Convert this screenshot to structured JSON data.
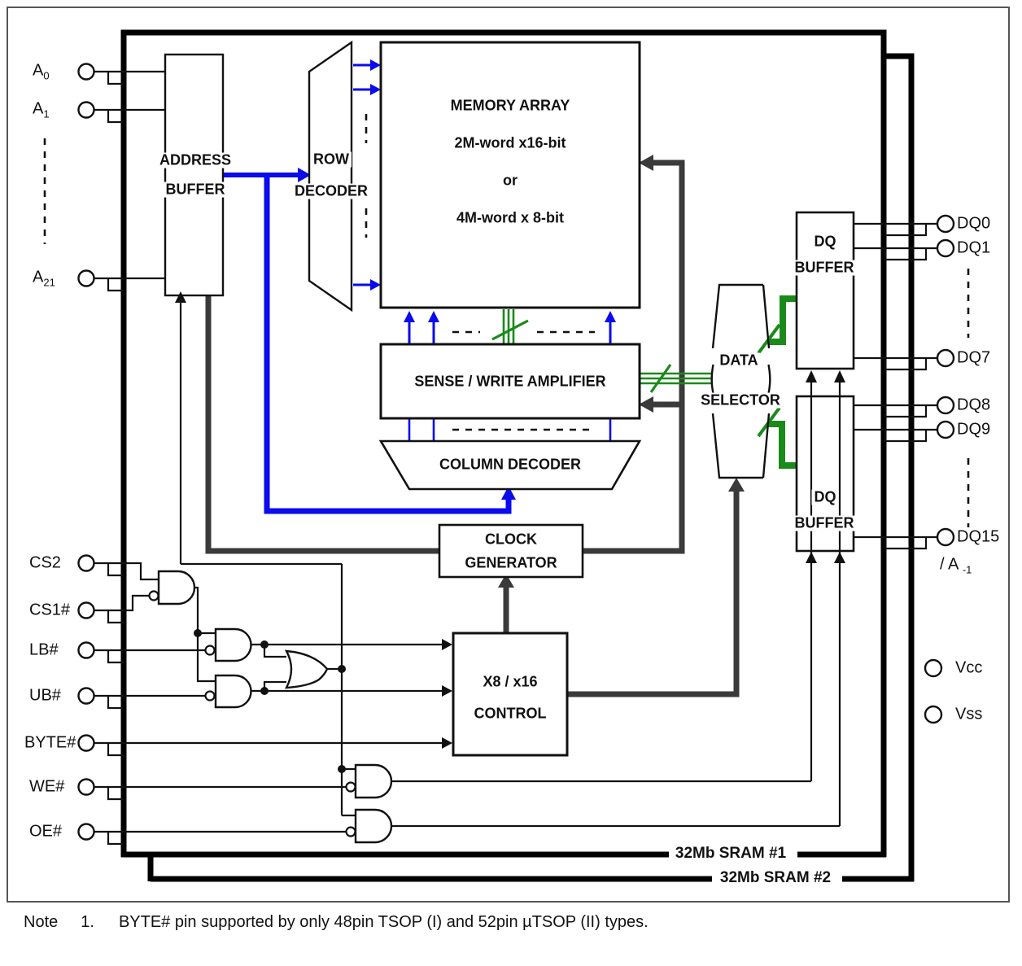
{
  "blocks": {
    "address_buffer": {
      "line1": "ADDRESS",
      "line2": "BUFFER"
    },
    "row_decoder": {
      "line1": "ROW",
      "line2": "DECODER"
    },
    "memory_array": {
      "line1": "MEMORY ARRAY",
      "line2": "2M-word x16-bit",
      "line3": "or",
      "line4": "4M-word x 8-bit"
    },
    "sense_amp": {
      "line1": "SENSE / WRITE AMPLIFIER"
    },
    "column_decoder": {
      "line1": "COLUMN DECODER"
    },
    "clock_generator": {
      "line1": "CLOCK",
      "line2": "GENERATOR"
    },
    "x8x16_control": {
      "line1": "X8 / x16",
      "line2": "CONTROL"
    },
    "data_selector": {
      "line1": "DATA",
      "line2": "SELECTOR"
    },
    "dq_buffer_top": {
      "line1": "DQ",
      "line2": "BUFFER"
    },
    "dq_buffer_bottom": {
      "line1": "DQ",
      "line2": "BUFFER"
    }
  },
  "pins_left": [
    {
      "name": "A0",
      "main": "A",
      "sub": "0"
    },
    {
      "name": "A1",
      "main": "A",
      "sub": "1"
    },
    {
      "name": "A21",
      "main": "A",
      "sub": "21"
    },
    {
      "name": "CS2",
      "main": "CS2",
      "sub": ""
    },
    {
      "name": "CS1#",
      "main": "CS1#",
      "sub": ""
    },
    {
      "name": "LB#",
      "main": "LB#",
      "sub": ""
    },
    {
      "name": "UB#",
      "main": "UB#",
      "sub": ""
    },
    {
      "name": "BYTE#",
      "main": "BYTE#",
      "sub": ""
    },
    {
      "name": "WE#",
      "main": "WE#",
      "sub": ""
    },
    {
      "name": "OE#",
      "main": "OE#",
      "sub": ""
    }
  ],
  "pins_right": [
    {
      "name": "DQ0",
      "label": "DQ0"
    },
    {
      "name": "DQ1",
      "label": "DQ1"
    },
    {
      "name": "DQ7",
      "label": "DQ7"
    },
    {
      "name": "DQ8",
      "label": "DQ8"
    },
    {
      "name": "DQ9",
      "label": "DQ9"
    },
    {
      "name": "DQ15",
      "label": "DQ15",
      "alt_main": "/ A",
      "alt_sub": "-1"
    }
  ],
  "power_pins": [
    {
      "name": "Vcc",
      "label": "Vcc"
    },
    {
      "name": "Vss",
      "label": "Vss"
    }
  ],
  "sram_labels": {
    "sram1": "32Mb SRAM #1",
    "sram2": "32Mb SRAM #2"
  },
  "note": {
    "prefix": "Note",
    "number": "1.",
    "text": "BYTE# pin supported by only 48pin TSOP (I) and 52pin µTSOP (II) types."
  },
  "colors": {
    "blue": "#0b0beb",
    "green": "#1a8a1a",
    "dark_gray": "#3a3a3a",
    "black": "#111111",
    "border_gray": "#555555"
  }
}
